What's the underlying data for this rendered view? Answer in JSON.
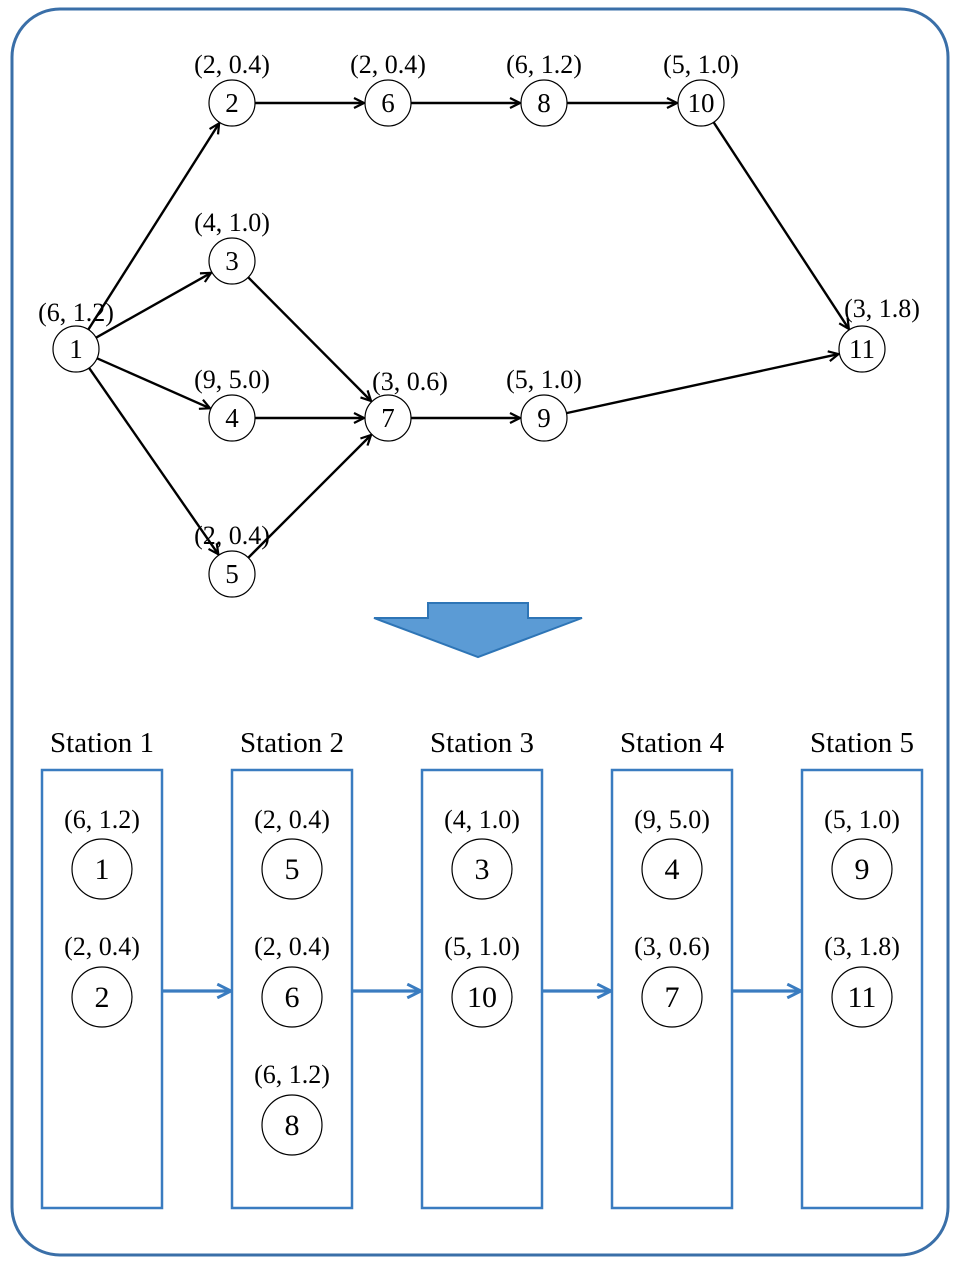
{
  "colors": {
    "frame": "#3a6fa8",
    "station_box": "#3a7cc0",
    "flow_arrow": "#3a7cc0",
    "big_arrow_fill": "#5b9bd5",
    "big_arrow_stroke": "#2e75b6",
    "edge": "#000000"
  },
  "precedence_graph": {
    "nodes": [
      {
        "id": "1",
        "label": "(6, 1.2)"
      },
      {
        "id": "2",
        "label": "(2, 0.4)"
      },
      {
        "id": "3",
        "label": "(4, 1.0)"
      },
      {
        "id": "4",
        "label": "(9, 5.0)"
      },
      {
        "id": "5",
        "label": "(2, 0.4)"
      },
      {
        "id": "6",
        "label": "(2, 0.4)"
      },
      {
        "id": "7",
        "label": "(3, 0.6)"
      },
      {
        "id": "8",
        "label": "(6, 1.2)"
      },
      {
        "id": "9",
        "label": "(5, 1.0)"
      },
      {
        "id": "10",
        "label": "(5, 1.0)"
      },
      {
        "id": "11",
        "label": "(3, 1.8)"
      }
    ],
    "edges": [
      [
        "1",
        "2"
      ],
      [
        "1",
        "3"
      ],
      [
        "1",
        "4"
      ],
      [
        "1",
        "5"
      ],
      [
        "2",
        "6"
      ],
      [
        "6",
        "8"
      ],
      [
        "8",
        "10"
      ],
      [
        "10",
        "11"
      ],
      [
        "3",
        "7"
      ],
      [
        "4",
        "7"
      ],
      [
        "5",
        "7"
      ],
      [
        "7",
        "9"
      ],
      [
        "9",
        "11"
      ]
    ]
  },
  "stations": [
    {
      "title": "Station 1",
      "tasks": [
        {
          "id": "1",
          "label": "(6, 1.2)"
        },
        {
          "id": "2",
          "label": "(2, 0.4)"
        }
      ]
    },
    {
      "title": "Station 2",
      "tasks": [
        {
          "id": "5",
          "label": "(2, 0.4)"
        },
        {
          "id": "6",
          "label": "(2, 0.4)"
        },
        {
          "id": "8",
          "label": "(6, 1.2)"
        }
      ]
    },
    {
      "title": "Station 3",
      "tasks": [
        {
          "id": "3",
          "label": "(4, 1.0)"
        },
        {
          "id": "10",
          "label": "(5, 1.0)"
        }
      ]
    },
    {
      "title": "Station 4",
      "tasks": [
        {
          "id": "4",
          "label": "(9, 5.0)"
        },
        {
          "id": "7",
          "label": "(3, 0.6)"
        }
      ]
    },
    {
      "title": "Station 5",
      "tasks": [
        {
          "id": "9",
          "label": "(5, 1.0)"
        },
        {
          "id": "11",
          "label": "(3, 1.8)"
        }
      ]
    }
  ]
}
